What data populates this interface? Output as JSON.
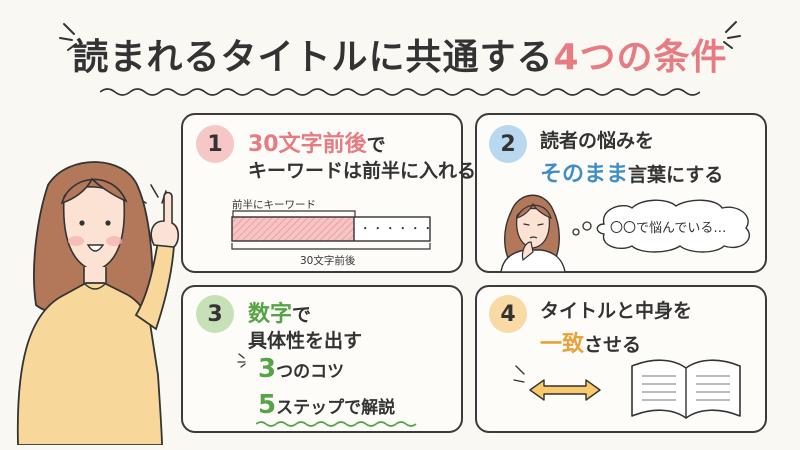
{
  "title": {
    "main": "読まれるタイトルに共通する",
    "accent": "4つの条件"
  },
  "colors": {
    "accent_pink": "#e77b82",
    "accent_blue": "#3f8fc6",
    "accent_green": "#56a447",
    "accent_orange": "#e9a23b",
    "outline": "#3b3b3b"
  },
  "cards": [
    {
      "number": "1",
      "line1_accent": "30文字前後",
      "line1_rest": "で",
      "line2": "キーワードは前半に入れる",
      "bar_top_label": "前半にキーワード",
      "bar_dots": "・・・・・・",
      "bar_bottom_label": "30文字前後"
    },
    {
      "number": "2",
      "line1": "読者の悩みを",
      "line2_accent": "そのまま",
      "line2_rest": "言葉にする",
      "bubble_text": "〇〇で悩んでいる…"
    },
    {
      "number": "3",
      "line1_accent": "数字",
      "line1_rest": "で",
      "line2": "具体性を出す",
      "example1_num": "3",
      "example1_text": "つのコツ",
      "example2_num": "5",
      "example2_text": "ステップで解説"
    },
    {
      "number": "4",
      "line1": "タイトルと中身を",
      "line2_accent": "一致",
      "line2_rest": "させる"
    }
  ],
  "icons": [
    "woman-pointing-illustration",
    "thinking-woman-illustration",
    "double-arrow-icon",
    "open-book-icon"
  ]
}
